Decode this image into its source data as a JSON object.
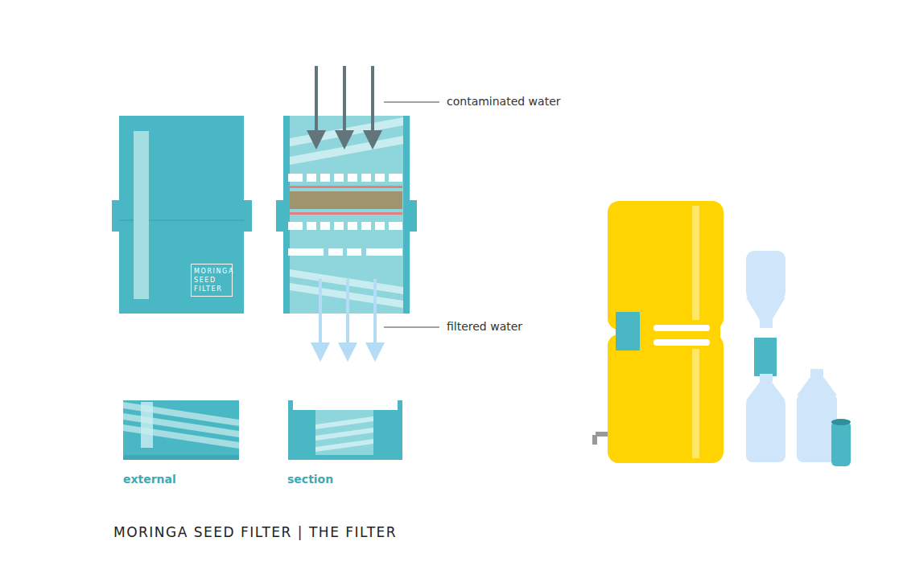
{
  "diagram": {
    "title": "MORINGA SEED FILTER | THE FILTER",
    "nodes": [
      {
        "text": [
          "MORINGA SEED FILTER"
        ]
      }
    ],
    "labels": [
      "contaminated water",
      "filtered water",
      "external",
      "section"
    ]
  }
}
